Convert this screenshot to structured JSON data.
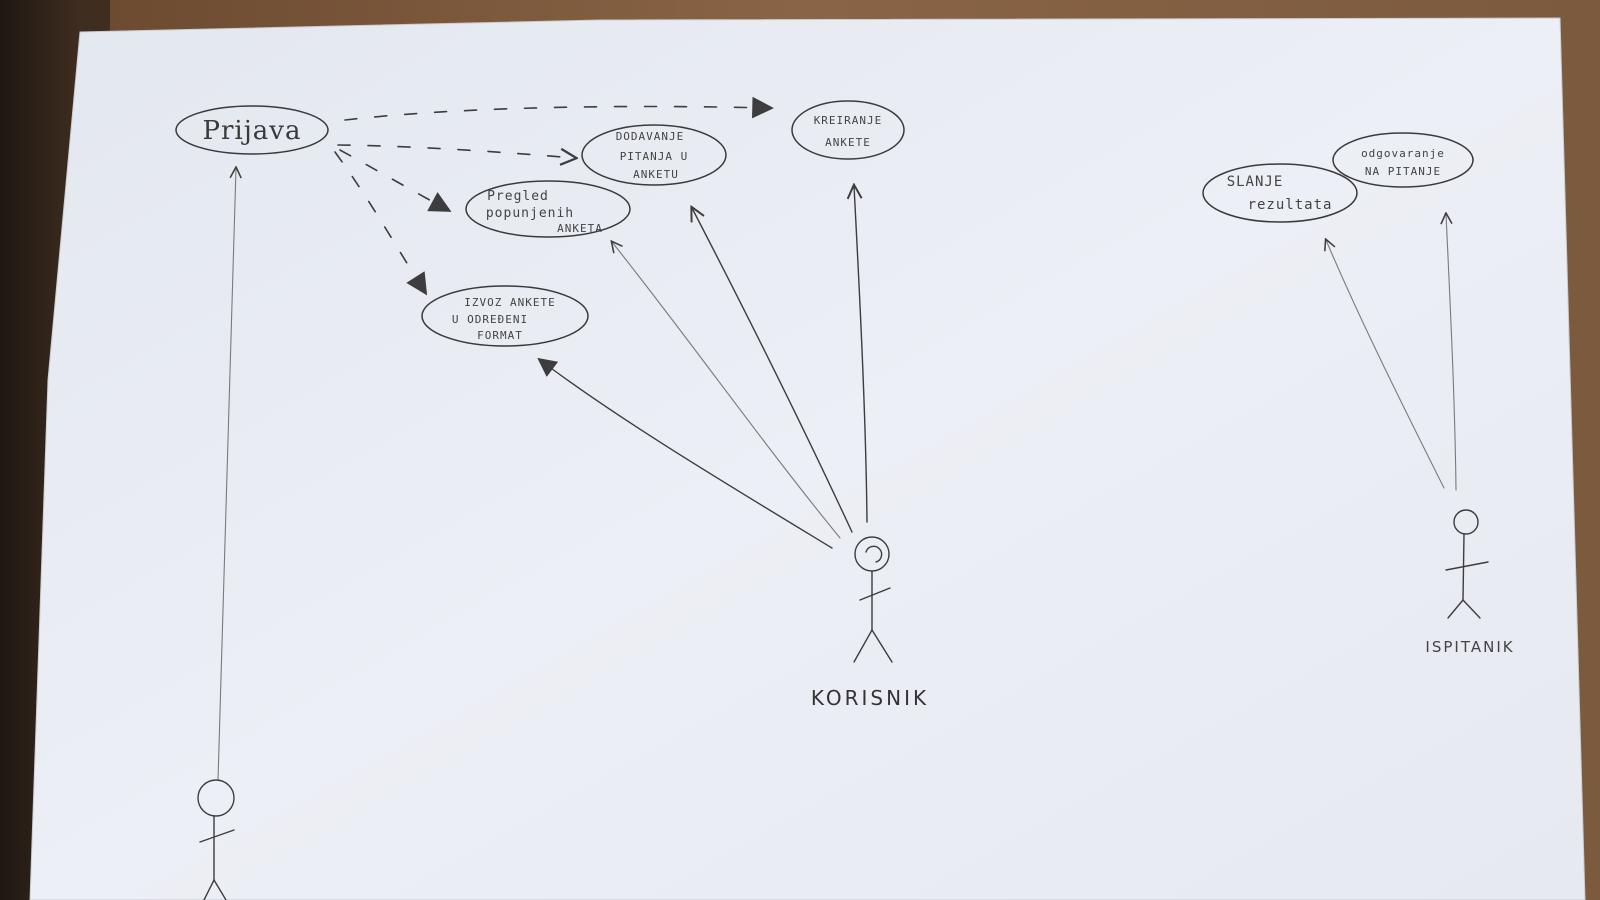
{
  "diagram": {
    "use_cases": {
      "prijava": "Prijava",
      "kreiranje_line1": "KREIRANJE",
      "kreiranje_line2": "ANKETE",
      "dodavanje_line1": "DODAVANJE",
      "dodavanje_line2": "PITANJA U",
      "dodavanje_line3": "ANKETU",
      "pregled_line1": "Pregled",
      "pregled_line2": "popunjenih",
      "pregled_line3": "ANKETA",
      "izvoz_line1": "IZVOZ ANKETE",
      "izvoz_line2": "U ODREĐENI",
      "izvoz_line3": "FORMAT",
      "slanje_line1": "SLANJE",
      "slanje_line2": "rezultata",
      "odgovaranje_line1": "odgovaranje",
      "odgovaranje_line2": "NA PITANJE"
    },
    "actors": {
      "korisnik": "KORISNIK",
      "ispitanik": "ISPITANIK"
    },
    "colors": {
      "paper": "#e8ecf3",
      "table": "#5a3f2b",
      "pencil": "#3d3d3d"
    }
  }
}
